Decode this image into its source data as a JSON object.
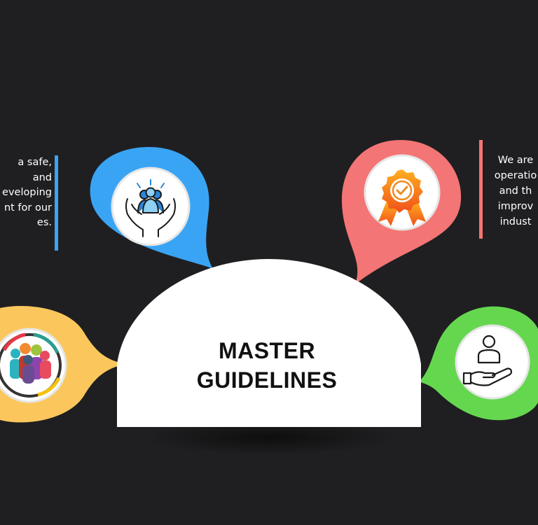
{
  "left_text": {
    "lines": [
      "a safe,",
      "and",
      "eveloping",
      "nt for our",
      "es."
    ]
  },
  "right_text": {
    "lines": [
      "We are",
      "operatio",
      "and th",
      "improv",
      "indust"
    ]
  },
  "center": {
    "title_line1": "MASTER",
    "title_line2": "GUIDELINES"
  },
  "nodes": [
    {
      "name": "team-care",
      "color": "#3aa4f4",
      "icon": "hands-holding-people-icon"
    },
    {
      "name": "quality-award",
      "color": "#f47575",
      "icon": "award-ribbon-icon"
    },
    {
      "name": "diversity",
      "color": "#fbc75d",
      "icon": "diverse-people-icon"
    },
    {
      "name": "service",
      "color": "#65d74f",
      "icon": "hand-with-person-icon"
    }
  ],
  "accent_lines": {
    "left": "#3aa4f4",
    "right": "#f47575"
  }
}
